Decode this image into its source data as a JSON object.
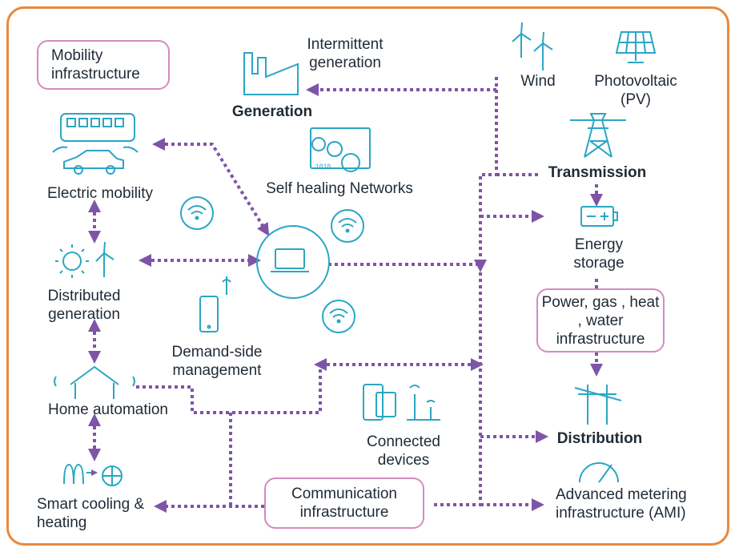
{
  "labels": {
    "mobility_infra": "Mobility infrastructure",
    "intermittent": "Intermittent generation",
    "wind": "Wind",
    "pv": "Photovoltaic (PV)",
    "generation": "Generation",
    "self_healing": "Self healing Networks",
    "transmission": "Transmission",
    "electric_mobility": "Electric mobility",
    "energy_storage": "Energy storage",
    "distributed_gen": "Distributed generation",
    "power_infra": "Power, gas , heat , water infrastructure",
    "demand_side": "Demand-side management",
    "home_automation": "Home automation",
    "connected": "Connected devices",
    "distribution": "Distribution",
    "smart_cooling": "Smart cooling & heating",
    "comm_infra": "Communication infrastructure",
    "ami": "Advanced metering infrastructure (AMI)"
  },
  "colors": {
    "teal": "#2aa6c4",
    "purple": "#7e55a6",
    "frame": "#E8893F",
    "box_border": "#d48bc2"
  }
}
